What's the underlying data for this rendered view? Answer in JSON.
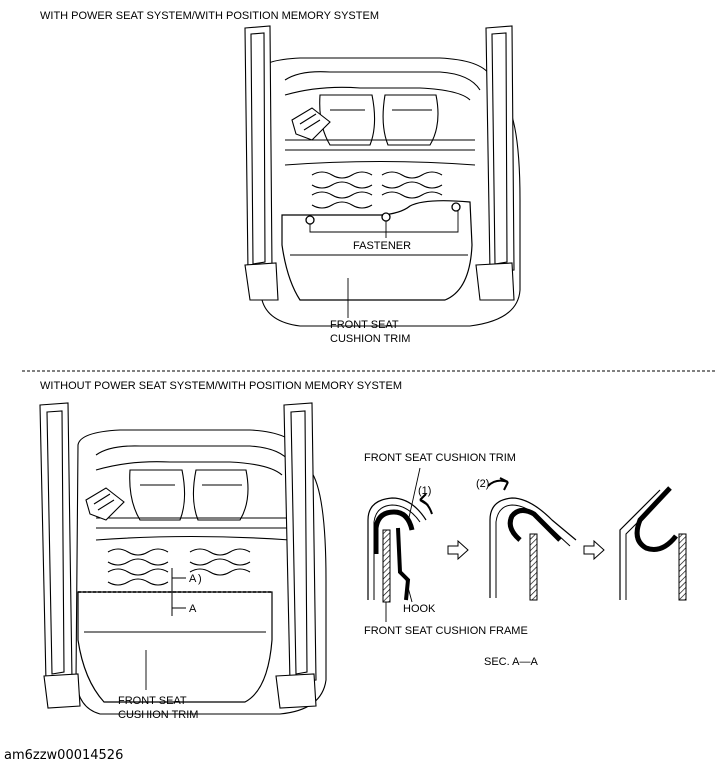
{
  "top_section": {
    "heading": "WITH POWER SEAT SYSTEM/WITH POSITION MEMORY SYSTEM",
    "fastener_label": "FASTENER",
    "trim_label_line1": "FRONT SEAT",
    "trim_label_line2": "CUSHION TRIM"
  },
  "bottom_section": {
    "heading": "WITHOUT POWER SEAT SYSTEM/WITH POSITION MEMORY SYSTEM",
    "section_mark_upper": "A",
    "section_mark_lower": "A",
    "trim_label_line1": "FRONT SEAT",
    "trim_label_line2": "CUSHION TRIM"
  },
  "detail": {
    "trim_label": "FRONT SEAT CUSHION TRIM",
    "step1": "(1)",
    "step2": "(2)",
    "hook_label": "HOOK",
    "frame_label": "FRONT SEAT CUSHION FRAME",
    "section_label": "SEC. A—A"
  },
  "footer": {
    "image_id": "am6zzw00014526"
  }
}
